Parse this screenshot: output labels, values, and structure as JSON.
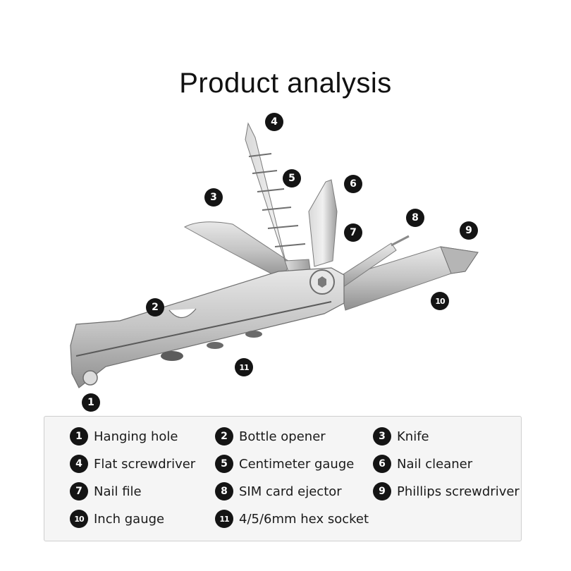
{
  "title": "Product analysis",
  "callouts": [
    "1",
    "2",
    "3",
    "4",
    "5",
    "6",
    "7",
    "8",
    "9",
    "10",
    "11"
  ],
  "legend": [
    {
      "num": "1",
      "label": "Hanging hole"
    },
    {
      "num": "2",
      "label": "Bottle opener"
    },
    {
      "num": "3",
      "label": "Knife"
    },
    {
      "num": "4",
      "label": "Flat screwdriver"
    },
    {
      "num": "5",
      "label": "Centimeter gauge"
    },
    {
      "num": "6",
      "label": "Nail cleaner"
    },
    {
      "num": "7",
      "label": "Nail file"
    },
    {
      "num": "8",
      "label": "SIM card ejector"
    },
    {
      "num": "9",
      "label": "Phillips screwdriver"
    },
    {
      "num": "10",
      "label": "Inch gauge"
    },
    {
      "num": "11",
      "label": "4/5/6mm hex socket"
    }
  ],
  "colors": {
    "steel": "#c9c9c9",
    "steel_dark": "#8a8a8a",
    "badge": "#141414",
    "panel": "#f5f5f5"
  }
}
